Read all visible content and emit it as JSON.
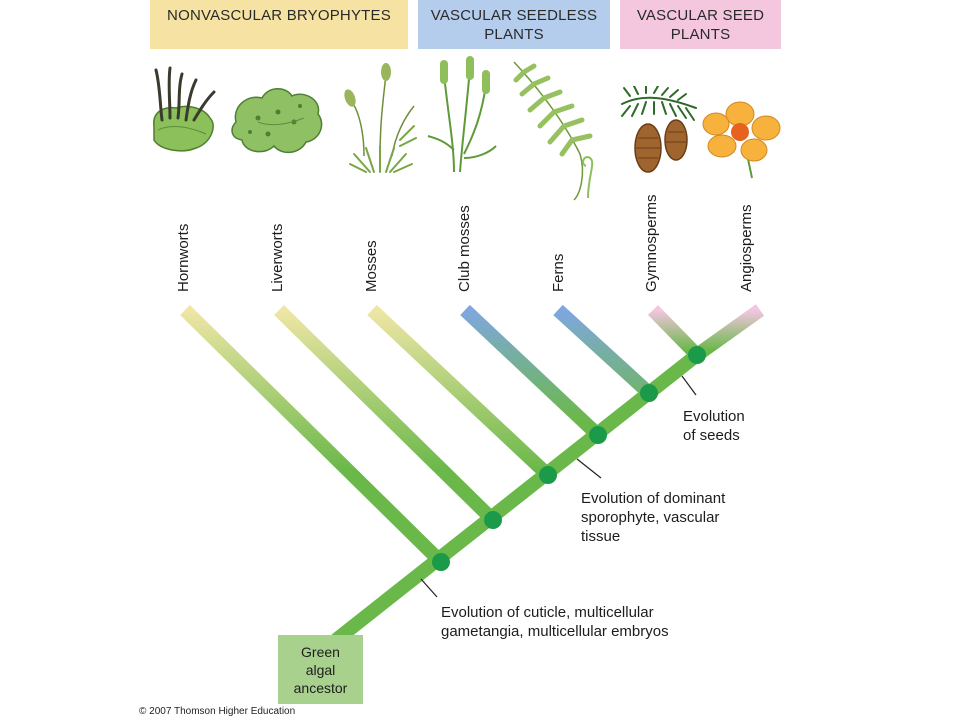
{
  "headers": {
    "nonvascular": "NONVASCULAR BRYOPHYTES",
    "seedless_line1": "VASCULAR SEEDLESS",
    "seedless_line2": "PLANTS",
    "seed_line1": "VASCULAR SEED",
    "seed_line2": "PLANTS"
  },
  "plants": [
    "Hornworts",
    "Liverworts",
    "Mosses",
    "Club mosses",
    "Ferns",
    "Gymnosperms",
    "Angiosperms"
  ],
  "notes": {
    "seeds_line1": "Evolution",
    "seeds_line2": "of seeds",
    "sporophyte_line1": "Evolution of dominant",
    "sporophyte_line2": "sporophyte, vascular",
    "sporophyte_line3": "tissue",
    "cuticle_line1": "Evolution of cuticle, multicellular",
    "cuticle_line2": "gametangia, multicellular embryos"
  },
  "ancestor": {
    "line1": "Green",
    "line2": "algal",
    "line3": "ancestor"
  },
  "copyright": "© 2007 Thomson Higher Education",
  "colors": {
    "trunk": "#6bb84a",
    "node": "#1b9a4a",
    "bryophyte_tip": "#efe6a6",
    "seedless_tip": "#7fa7e0",
    "seed_tip": "#f3c6e0"
  }
}
